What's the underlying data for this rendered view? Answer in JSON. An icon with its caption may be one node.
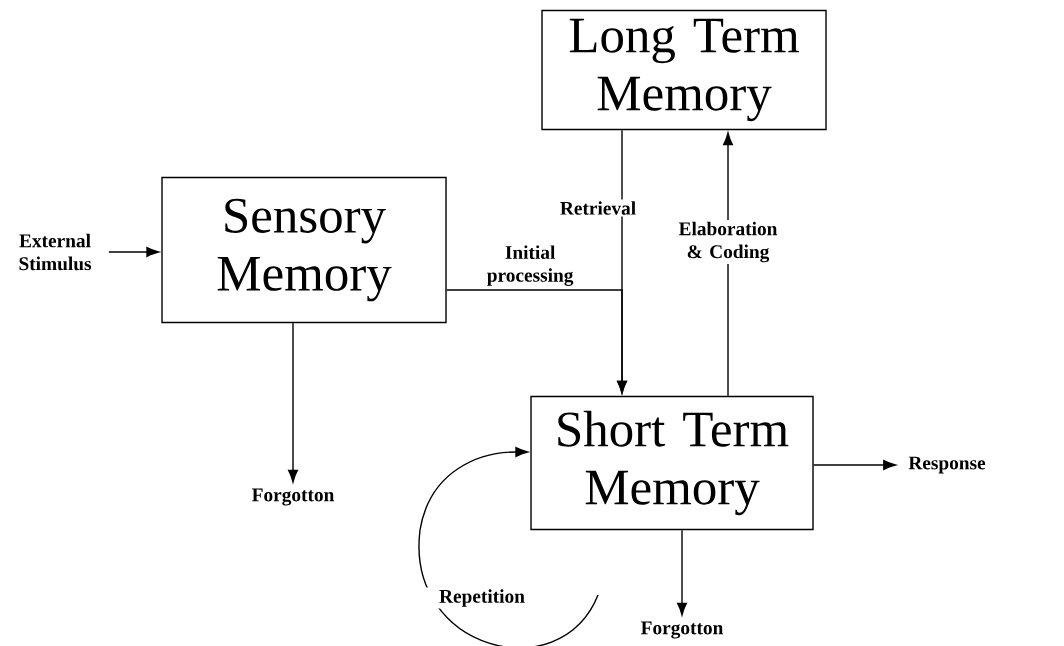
{
  "diagram": {
    "nodes": [
      {
        "text": [
          "External Stimulus"
        ]
      },
      {
        "text": [
          "Sensory Memory"
        ]
      },
      {
        "text": [
          "Long Term Memory"
        ]
      },
      {
        "text": [
          "Short Term Memory"
        ]
      },
      {
        "text": [
          "Forgotton"
        ]
      },
      {
        "text": [
          "Response"
        ]
      },
      {
        "text": [
          "Forgotton"
        ]
      }
    ],
    "edges": [
      {
        "from": 0,
        "to": 1,
        "arrow": "to"
      },
      {
        "from": 1,
        "to": 3,
        "arrow": "to",
        "label": "Initial processing"
      },
      {
        "from": 2,
        "to": 3,
        "arrow": "to",
        "label": "Retrieval"
      },
      {
        "from": 3,
        "to": 2,
        "arrow": "to",
        "label": "Elaboration & Coding"
      },
      {
        "from": 1,
        "to": 4,
        "arrow": "to"
      },
      {
        "from": 3,
        "to": 5,
        "arrow": "to"
      },
      {
        "from": 3,
        "to": 6,
        "arrow": "to"
      },
      {
        "from": null,
        "to": 3,
        "arrow": "to",
        "label": "Repetition"
      }
    ]
  }
}
